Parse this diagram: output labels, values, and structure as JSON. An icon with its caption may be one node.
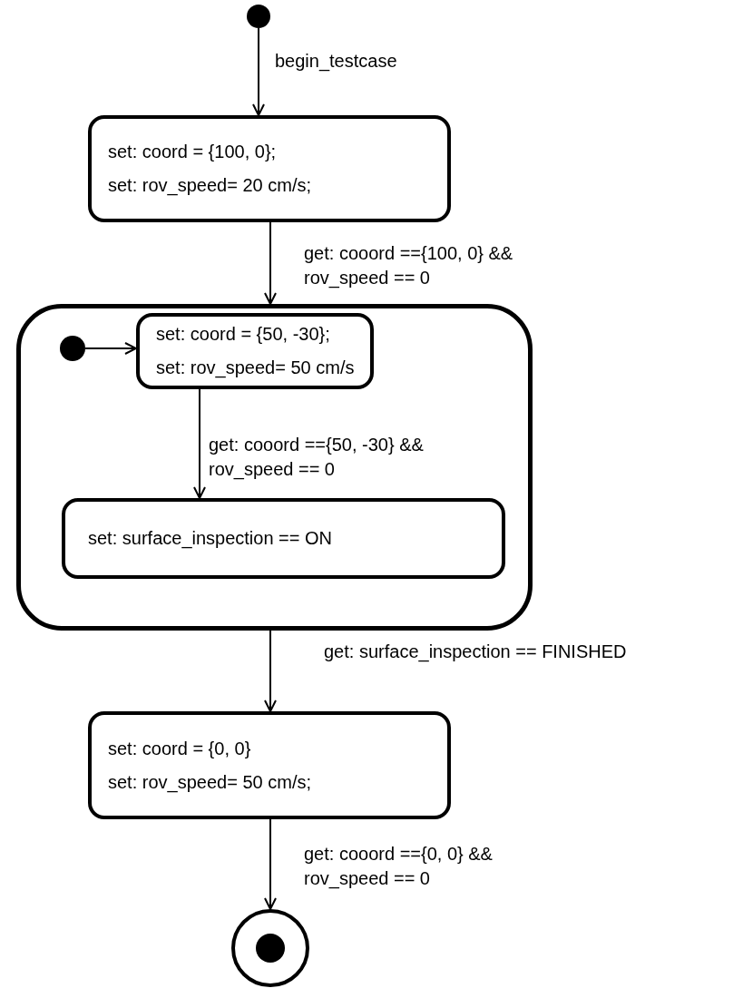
{
  "diagram": {
    "nodes": [
      {
        "text": [],
        "shape": "circle"
      },
      {
        "text": [
          "set: coord = {100, 0};",
          "set: rov_speed= 20 cm/s;"
        ]
      },
      {
        "text": [],
        "shape": "box"
      },
      {
        "text": [],
        "shape": "circle",
        "in": 2
      },
      {
        "text": [
          "set: coord = {50, -30};",
          "set: rov_speed= 50 cm/s"
        ],
        "in": 2
      },
      {
        "text": [
          "set: surface_inspection == ON"
        ],
        "in": 2
      },
      {
        "text": [
          "set: coord = {0, 0}",
          "set: rov_speed= 50 cm/s;"
        ]
      },
      {
        "text": [],
        "shape": "bullseye"
      }
    ],
    "edges": [
      {
        "from": 0,
        "to": 1,
        "arrow": "to",
        "label": "begin_testcase"
      },
      {
        "from": 1,
        "to": 2,
        "arrow": "to",
        "label": "get: cooord =={100, 0} && rov_speed == 0"
      },
      {
        "from": 3,
        "to": 4,
        "arrow": "to"
      },
      {
        "from": 4,
        "to": 5,
        "arrow": "to",
        "label": "get: cooord =={50, -30} && rov_speed == 0"
      },
      {
        "from": 2,
        "to": 6,
        "arrow": "to",
        "label": "get: surface_inspection == FINISHED"
      },
      {
        "from": 6,
        "to": 7,
        "arrow": "to",
        "label": "get: cooord =={0, 0} && rov_speed == 0"
      }
    ]
  }
}
